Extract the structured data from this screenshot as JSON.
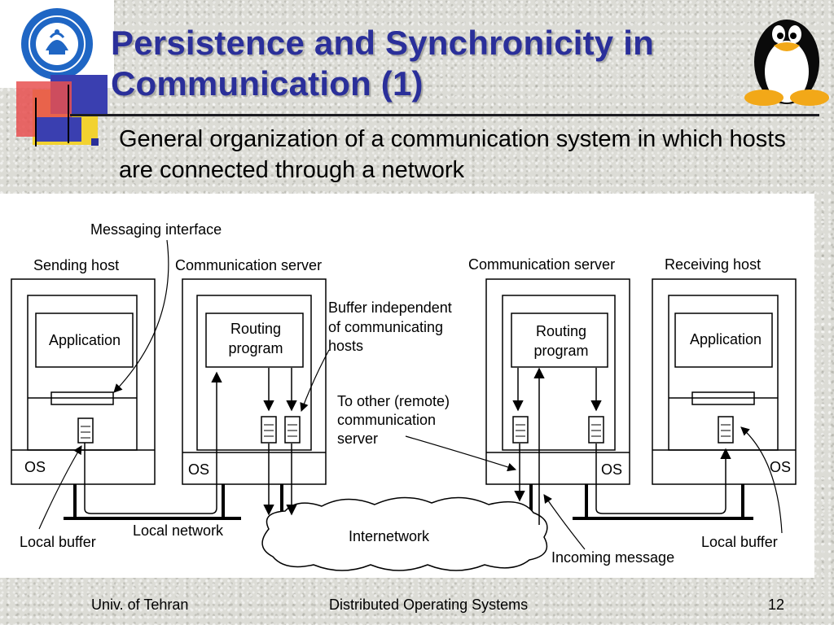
{
  "slide": {
    "title_line1": "Persistence and Synchronicity in",
    "title_line2": "Communication (1)",
    "bullet": "General organization of a communication system in which hosts are connected through a network",
    "colors": {
      "title": "#2a2f9a",
      "bullet_marker": "#2a2f9a",
      "deco_red": "#e04040",
      "deco_yellow": "#f2d230",
      "deco_blue": "#3a3fb0"
    }
  },
  "diagram": {
    "hosts": {
      "sending": "Sending host",
      "server_left": "Communication server",
      "server_right": "Communication server",
      "receiving": "Receiving host"
    },
    "inner": {
      "application": "Application",
      "routing_line1": "Routing",
      "routing_line2": "program",
      "os": "OS"
    },
    "callouts": {
      "messaging_interface": "Messaging interface",
      "buffer_indep_1": "Buffer independent",
      "buffer_indep_2": "of communicating",
      "buffer_indep_3": "hosts",
      "other_server_1": "To other (remote)",
      "other_server_2": "communication",
      "other_server_3": "server",
      "local_buffer": "Local buffer",
      "local_network": "Local network",
      "internetwork": "Internetwork",
      "incoming_message": "Incoming message"
    }
  },
  "footer": {
    "left": "Univ. of Tehran",
    "center": "Distributed Operating Systems",
    "page": "12"
  },
  "icons": [
    "university-seal-icon",
    "tux-penguin-icon",
    "bullet-square-icon"
  ]
}
